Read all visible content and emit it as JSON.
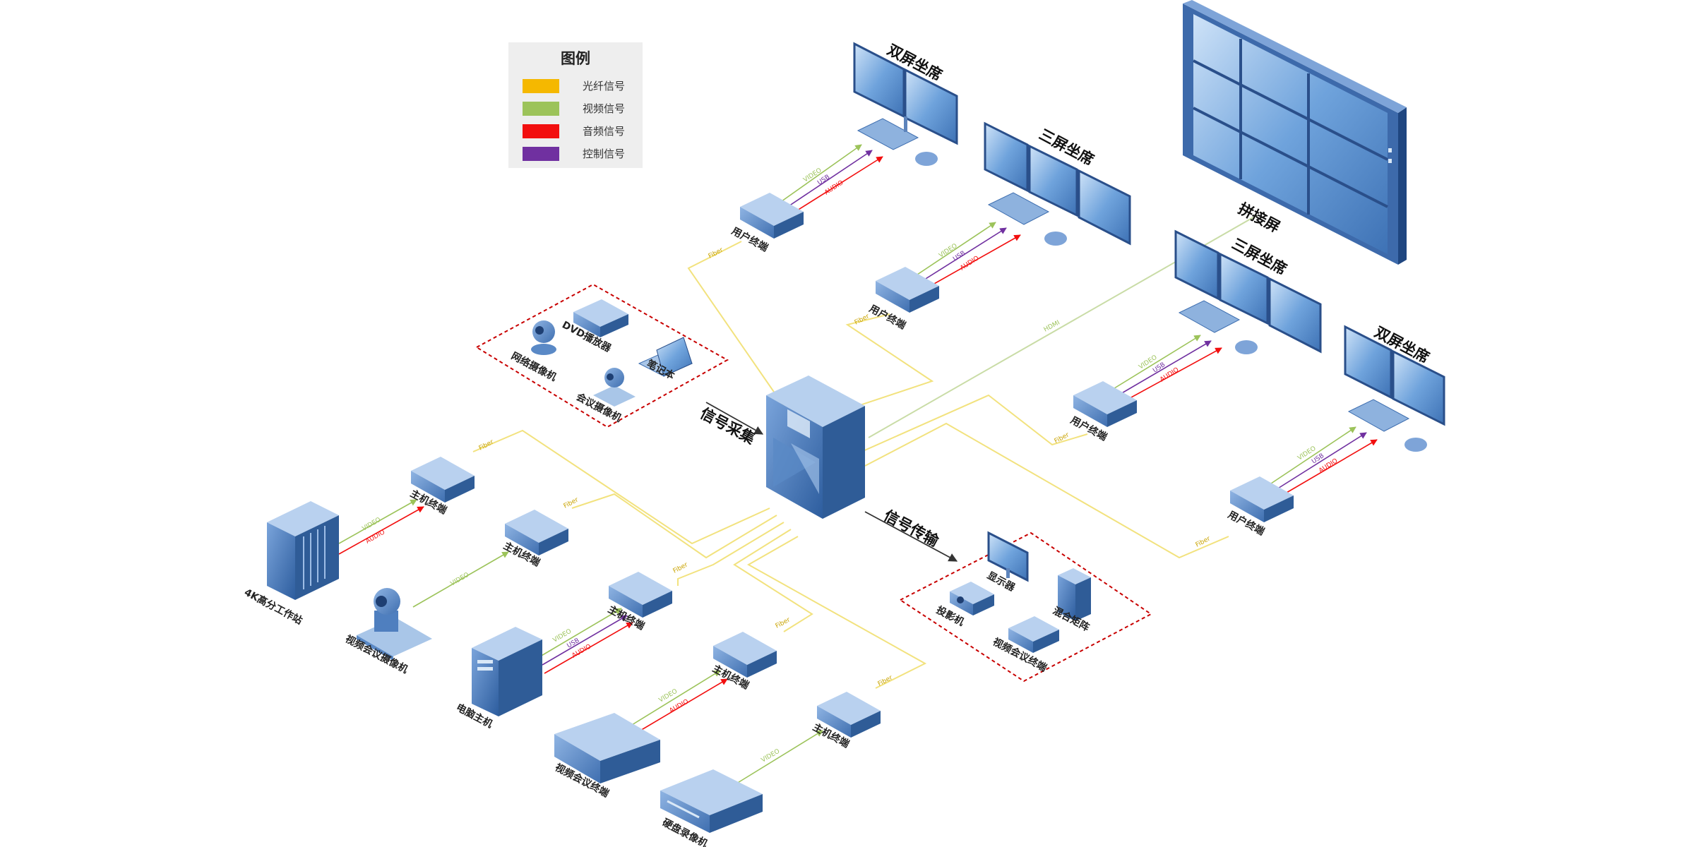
{
  "legend": {
    "title": "图例",
    "items": [
      {
        "label": "光纤信号",
        "color": "#f5b800"
      },
      {
        "label": "视频信号",
        "color": "#9cc35a"
      },
      {
        "label": "音频信号",
        "color": "#f20f0f"
      },
      {
        "label": "控制信号",
        "color": "#7030a0"
      }
    ]
  },
  "section_labels": {
    "collect": "信号采集",
    "transmit": "信号传输"
  },
  "colors": {
    "fiber": "#f5e07a",
    "video": "#9cc35a",
    "audio": "#f20f0f",
    "control": "#7030a0",
    "device": "#4f7fbf",
    "device_dark": "#2f5c97",
    "device_light": "#a9c6e8",
    "dashed_box": "#c80000"
  },
  "signal_tags": {
    "fiber": "Fiber",
    "video": "VIDEO",
    "usb": "USB",
    "audio": "AUDIO",
    "hdmi": "HDMI"
  },
  "seats": {
    "seat_top_dual": "双屏坐席",
    "seat_top_triple": "三屏坐席",
    "seat_right_triple": "三屏坐席",
    "seat_right_dual": "双屏坐席",
    "video_wall": "拼接屏"
  },
  "user_terminals": {
    "ut1": "用户终端",
    "ut2": "用户终端",
    "ut3": "用户终端",
    "ut4": "用户终端"
  },
  "host_terminals": {
    "ht1": "主机终端",
    "ht2": "主机终端",
    "ht3": "主机终端",
    "ht4": "主机终端",
    "ht5": "主机终端"
  },
  "sources": {
    "workstation": "4K高分工作站",
    "conf_camera_big": "视频会议摄像机",
    "pc_host": "电脑主机",
    "conf_terminal": "视频会议终端",
    "disk_recorder": "硬盘录像机"
  },
  "collect_group": {
    "network_camera": "网络摄像机",
    "dvd_player": "DVD播放器",
    "meeting_camera": "会议摄像机",
    "laptop": "笔记本"
  },
  "transmit_group": {
    "display": "显示器",
    "projector": "投影机",
    "matrix": "混合矩阵",
    "conf_terminal": "视频会议终端"
  }
}
